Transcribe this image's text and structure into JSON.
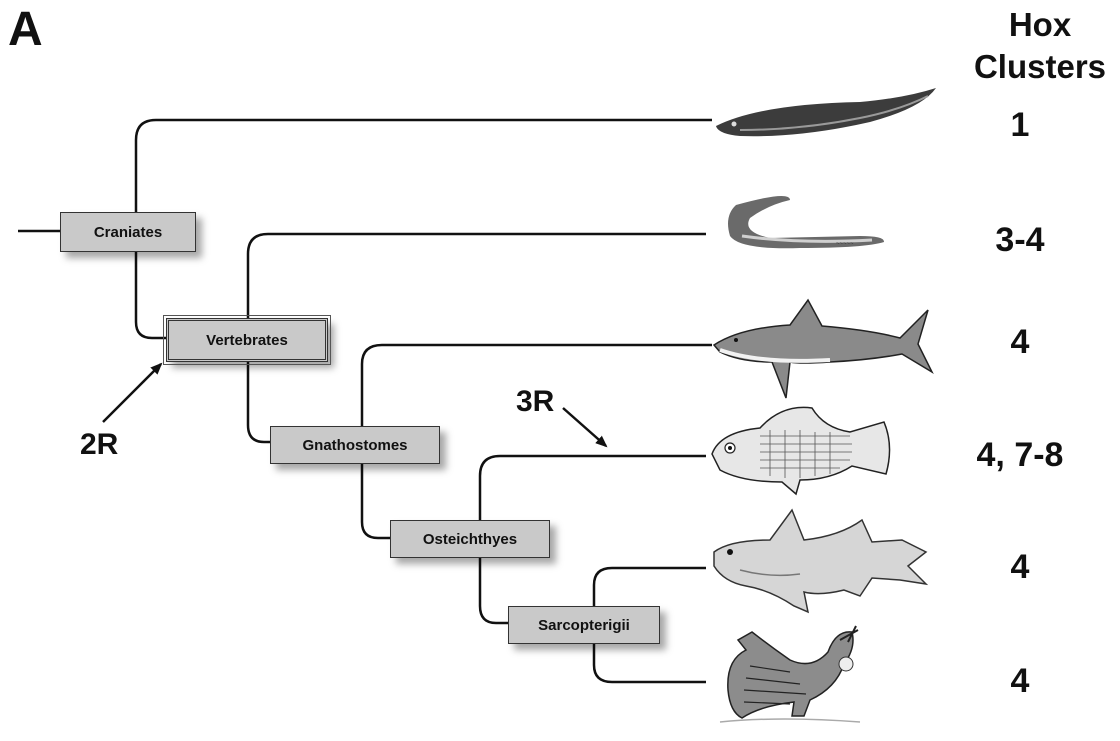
{
  "panel_label": "A",
  "hox_header": {
    "line1": "Hox",
    "line2": "Clusters"
  },
  "nodes": {
    "craniates": "Craniates",
    "vertebrates": "Vertebrates",
    "gnathostomes": "Gnathostomes",
    "osteichthyes": "Osteichthyes",
    "sarcopterigii": "Sarcopterigii"
  },
  "events": {
    "two_r": "2R",
    "three_r": "3R"
  },
  "taxa": [
    {
      "icon": "hagfish-icon",
      "hox": "1"
    },
    {
      "icon": "lamprey-icon",
      "hox": "3-4"
    },
    {
      "icon": "shark-icon",
      "hox": "4"
    },
    {
      "icon": "teleost-fish-icon",
      "hox": "4, 7-8"
    },
    {
      "icon": "coelacanth-icon",
      "hox": "4"
    },
    {
      "icon": "grouse-bird-icon",
      "hox": "4"
    }
  ]
}
